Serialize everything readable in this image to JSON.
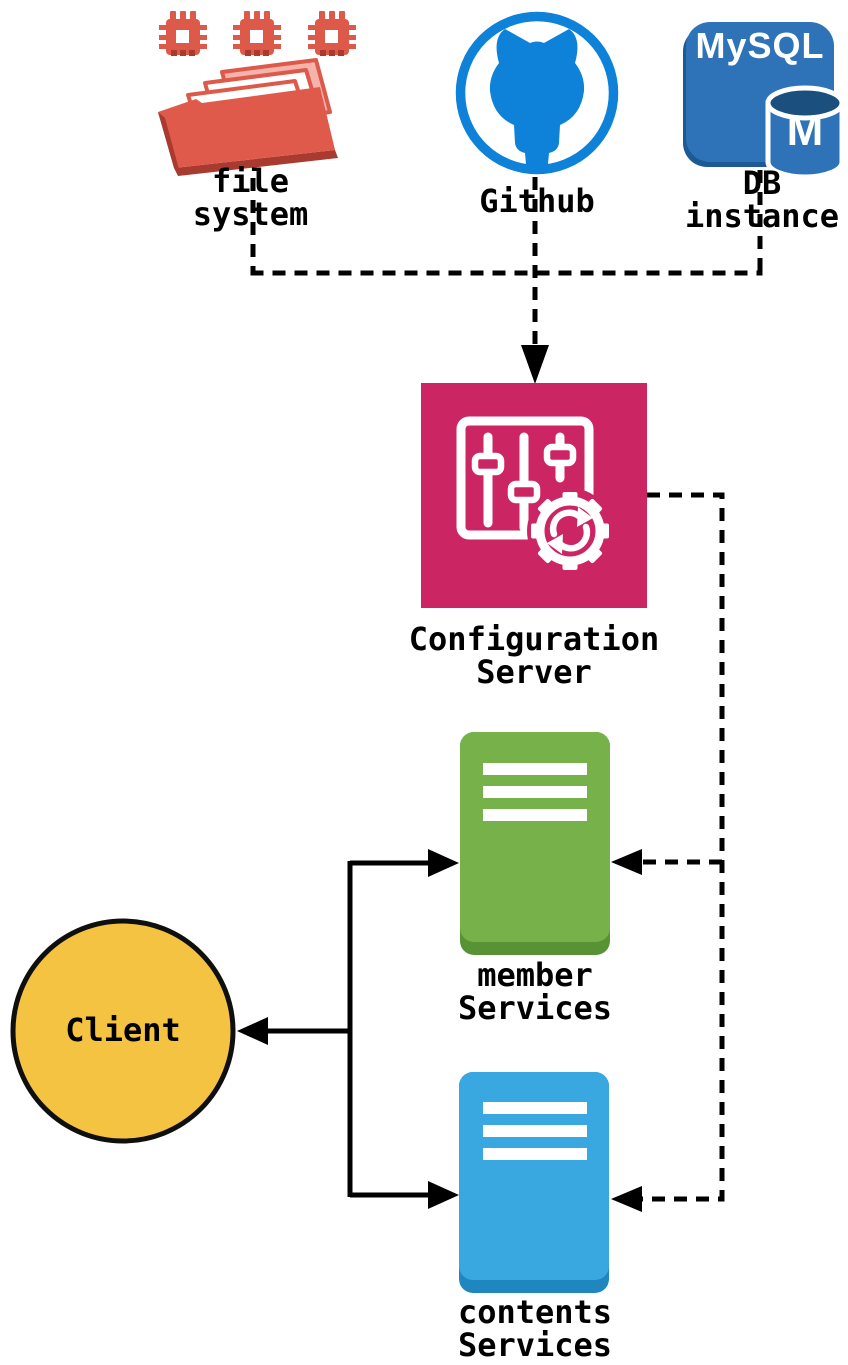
{
  "nodes": {
    "file_system": {
      "label": "file\nsystem"
    },
    "github": {
      "label": "Github"
    },
    "db_instance": {
      "label": "DB\ninstance"
    },
    "configuration_server": {
      "label": "Configuration\nServer"
    },
    "member_services": {
      "label": "member\nServices"
    },
    "contents_services": {
      "label": "contents\nServices"
    },
    "client": {
      "label": "Client"
    }
  },
  "icon_text": {
    "mysql_logo": "MySQL",
    "mysql_db_letter": "M"
  },
  "colors": {
    "source_red": "#DD5A4A",
    "source_red_dark": "#A93A30",
    "page_pink": "#F4B3AB",
    "github_blue": "#0E81D8",
    "mysql_blue": "#2E73B8",
    "mysql_blue_dark": "#1A4F7E",
    "mysql_shadow": "#1D5A95",
    "config_pink": "#CC2564",
    "member_green": "#76B249",
    "member_green_dark": "#579334",
    "contents_blue": "#39A8E0",
    "contents_blue_dark": "#1F86C0",
    "client_yellow": "#F5C342",
    "line_black": "#000000"
  },
  "edges": [
    {
      "from": "file_system",
      "to": "configuration_server",
      "style": "dashed-arrow"
    },
    {
      "from": "github",
      "to": "configuration_server",
      "style": "dashed-arrow"
    },
    {
      "from": "db_instance",
      "to": "configuration_server",
      "style": "dashed-arrow"
    },
    {
      "from": "configuration_server",
      "to": "member_services",
      "style": "dashed-arrow"
    },
    {
      "from": "configuration_server",
      "to": "contents_services",
      "style": "dashed-arrow"
    },
    {
      "from": "member_services",
      "to": "client",
      "style": "solid-arrow"
    },
    {
      "from": "contents_services",
      "to": "client",
      "style": "solid-arrow"
    },
    {
      "from": "client",
      "to": "services",
      "style": "solid-arrow"
    }
  ]
}
